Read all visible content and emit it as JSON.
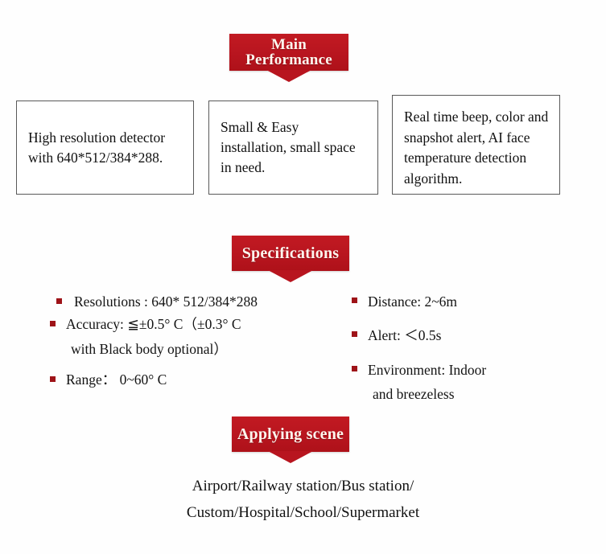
{
  "theme": {
    "banner_red": "#bd1622",
    "bullet_red": "#9e1318",
    "background": "#fefefe",
    "box_border": "#595959",
    "text": "#131313"
  },
  "banners": {
    "main_performance": "Main Performance",
    "specifications": "Specifications",
    "applying_scene": "Applying scene"
  },
  "features": [
    {
      "text": "High resolution detector with 640*512/384*288."
    },
    {
      "text": "Small & Easy installation, small space in need."
    },
    {
      "text": "Real time beep, color and snapshot alert, AI face temperature detection algorithm."
    }
  ],
  "specifications": {
    "left": [
      {
        "text": "Resolutions : 640* 512/384*288"
      },
      {
        "text": "Accuracy: ≦±0.5° C（±0.3° C",
        "sub": "with Black body optional）"
      },
      {
        "text": "Range： 0~60° C"
      }
    ],
    "right": [
      {
        "text": "Distance: 2~6m"
      },
      {
        "text": "Alert: ＜0.5s"
      },
      {
        "text": "Environment: Indoor",
        "sub": "and breezeless"
      }
    ]
  },
  "scene": {
    "line1": "Airport/Railway station/Bus station/",
    "line2": "Custom/Hospital/School/Supermarket"
  }
}
